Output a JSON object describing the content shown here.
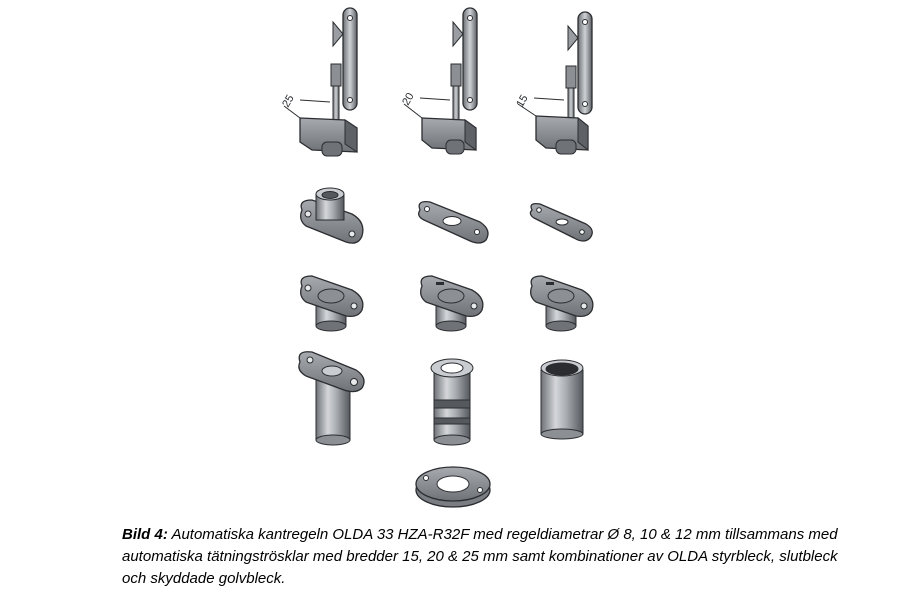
{
  "dimension_labels": {
    "rod_1": "25",
    "rod_2": "20",
    "rod_3": "15"
  },
  "caption": {
    "label": "Bild 4:",
    "text": " Automatiska kantregeln OLDA 33 HZA-R32F med regeldiametrar Ø 8, 10 & 12 mm tillsammans med automatiska tätningströsklar med bredder 15, 20 & 25 mm samt kombinationer av OLDA styrbleck, slutbleck och skyddade golvbleck."
  },
  "colors": {
    "metal_light": "#b9bcc0",
    "metal_mid": "#8c9095",
    "metal_dark": "#55595e",
    "outline": "#2b2d30"
  }
}
